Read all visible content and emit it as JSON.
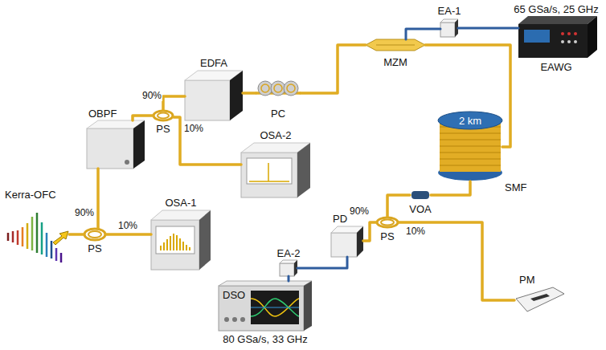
{
  "diagram": {
    "nodes": [
      {
        "text": [
          "Kerra-OFC"
        ]
      },
      {
        "text": [
          "PS"
        ]
      },
      {
        "text": [
          "OBPF"
        ]
      },
      {
        "text": [
          "PS"
        ]
      },
      {
        "text": [
          "OSA-1"
        ]
      },
      {
        "text": [
          "OSA-2"
        ]
      },
      {
        "text": [
          "EDFA"
        ]
      },
      {
        "text": [
          "PC"
        ]
      },
      {
        "text": [
          "MZM"
        ]
      },
      {
        "text": [
          "EA-1"
        ]
      },
      {
        "text": [
          "65 GSa/s, 25 GHz",
          "EAWG"
        ]
      },
      {
        "text": [
          "2 km",
          "SMF"
        ]
      },
      {
        "text": [
          "VOA"
        ]
      },
      {
        "text": [
          "PS"
        ]
      },
      {
        "text": [
          "PD"
        ]
      },
      {
        "text": [
          "PM"
        ]
      },
      {
        "text": [
          "EA-2"
        ]
      },
      {
        "text": [
          "DSO",
          "80 GSa/s, 33 GHz"
        ]
      }
    ],
    "edges": [
      {
        "from": 0,
        "to": 1,
        "arrow": "none"
      },
      {
        "from": 1,
        "to": 2,
        "label": "90%",
        "arrow": "none"
      },
      {
        "from": 1,
        "to": 4,
        "label": "10%",
        "arrow": "none"
      },
      {
        "from": 2,
        "to": 3,
        "arrow": "none"
      },
      {
        "from": 3,
        "to": 6,
        "label": "90%",
        "arrow": "none"
      },
      {
        "from": 3,
        "to": 5,
        "label": "10%",
        "arrow": "none"
      },
      {
        "from": 6,
        "to": 7,
        "arrow": "none"
      },
      {
        "from": 7,
        "to": 8,
        "arrow": "none"
      },
      {
        "from": 10,
        "to": 9,
        "arrow": "none"
      },
      {
        "from": 9,
        "to": 8,
        "arrow": "none"
      },
      {
        "from": 8,
        "to": 11,
        "arrow": "none"
      },
      {
        "from": 11,
        "to": 12,
        "arrow": "none"
      },
      {
        "from": 12,
        "to": 13,
        "arrow": "none"
      },
      {
        "from": 13,
        "to": 14,
        "label": "90%",
        "arrow": "none"
      },
      {
        "from": 13,
        "to": 15,
        "label": "10%",
        "arrow": "none"
      },
      {
        "from": 14,
        "to": 16,
        "arrow": "none"
      },
      {
        "from": 16,
        "to": 17,
        "arrow": "none"
      }
    ]
  }
}
